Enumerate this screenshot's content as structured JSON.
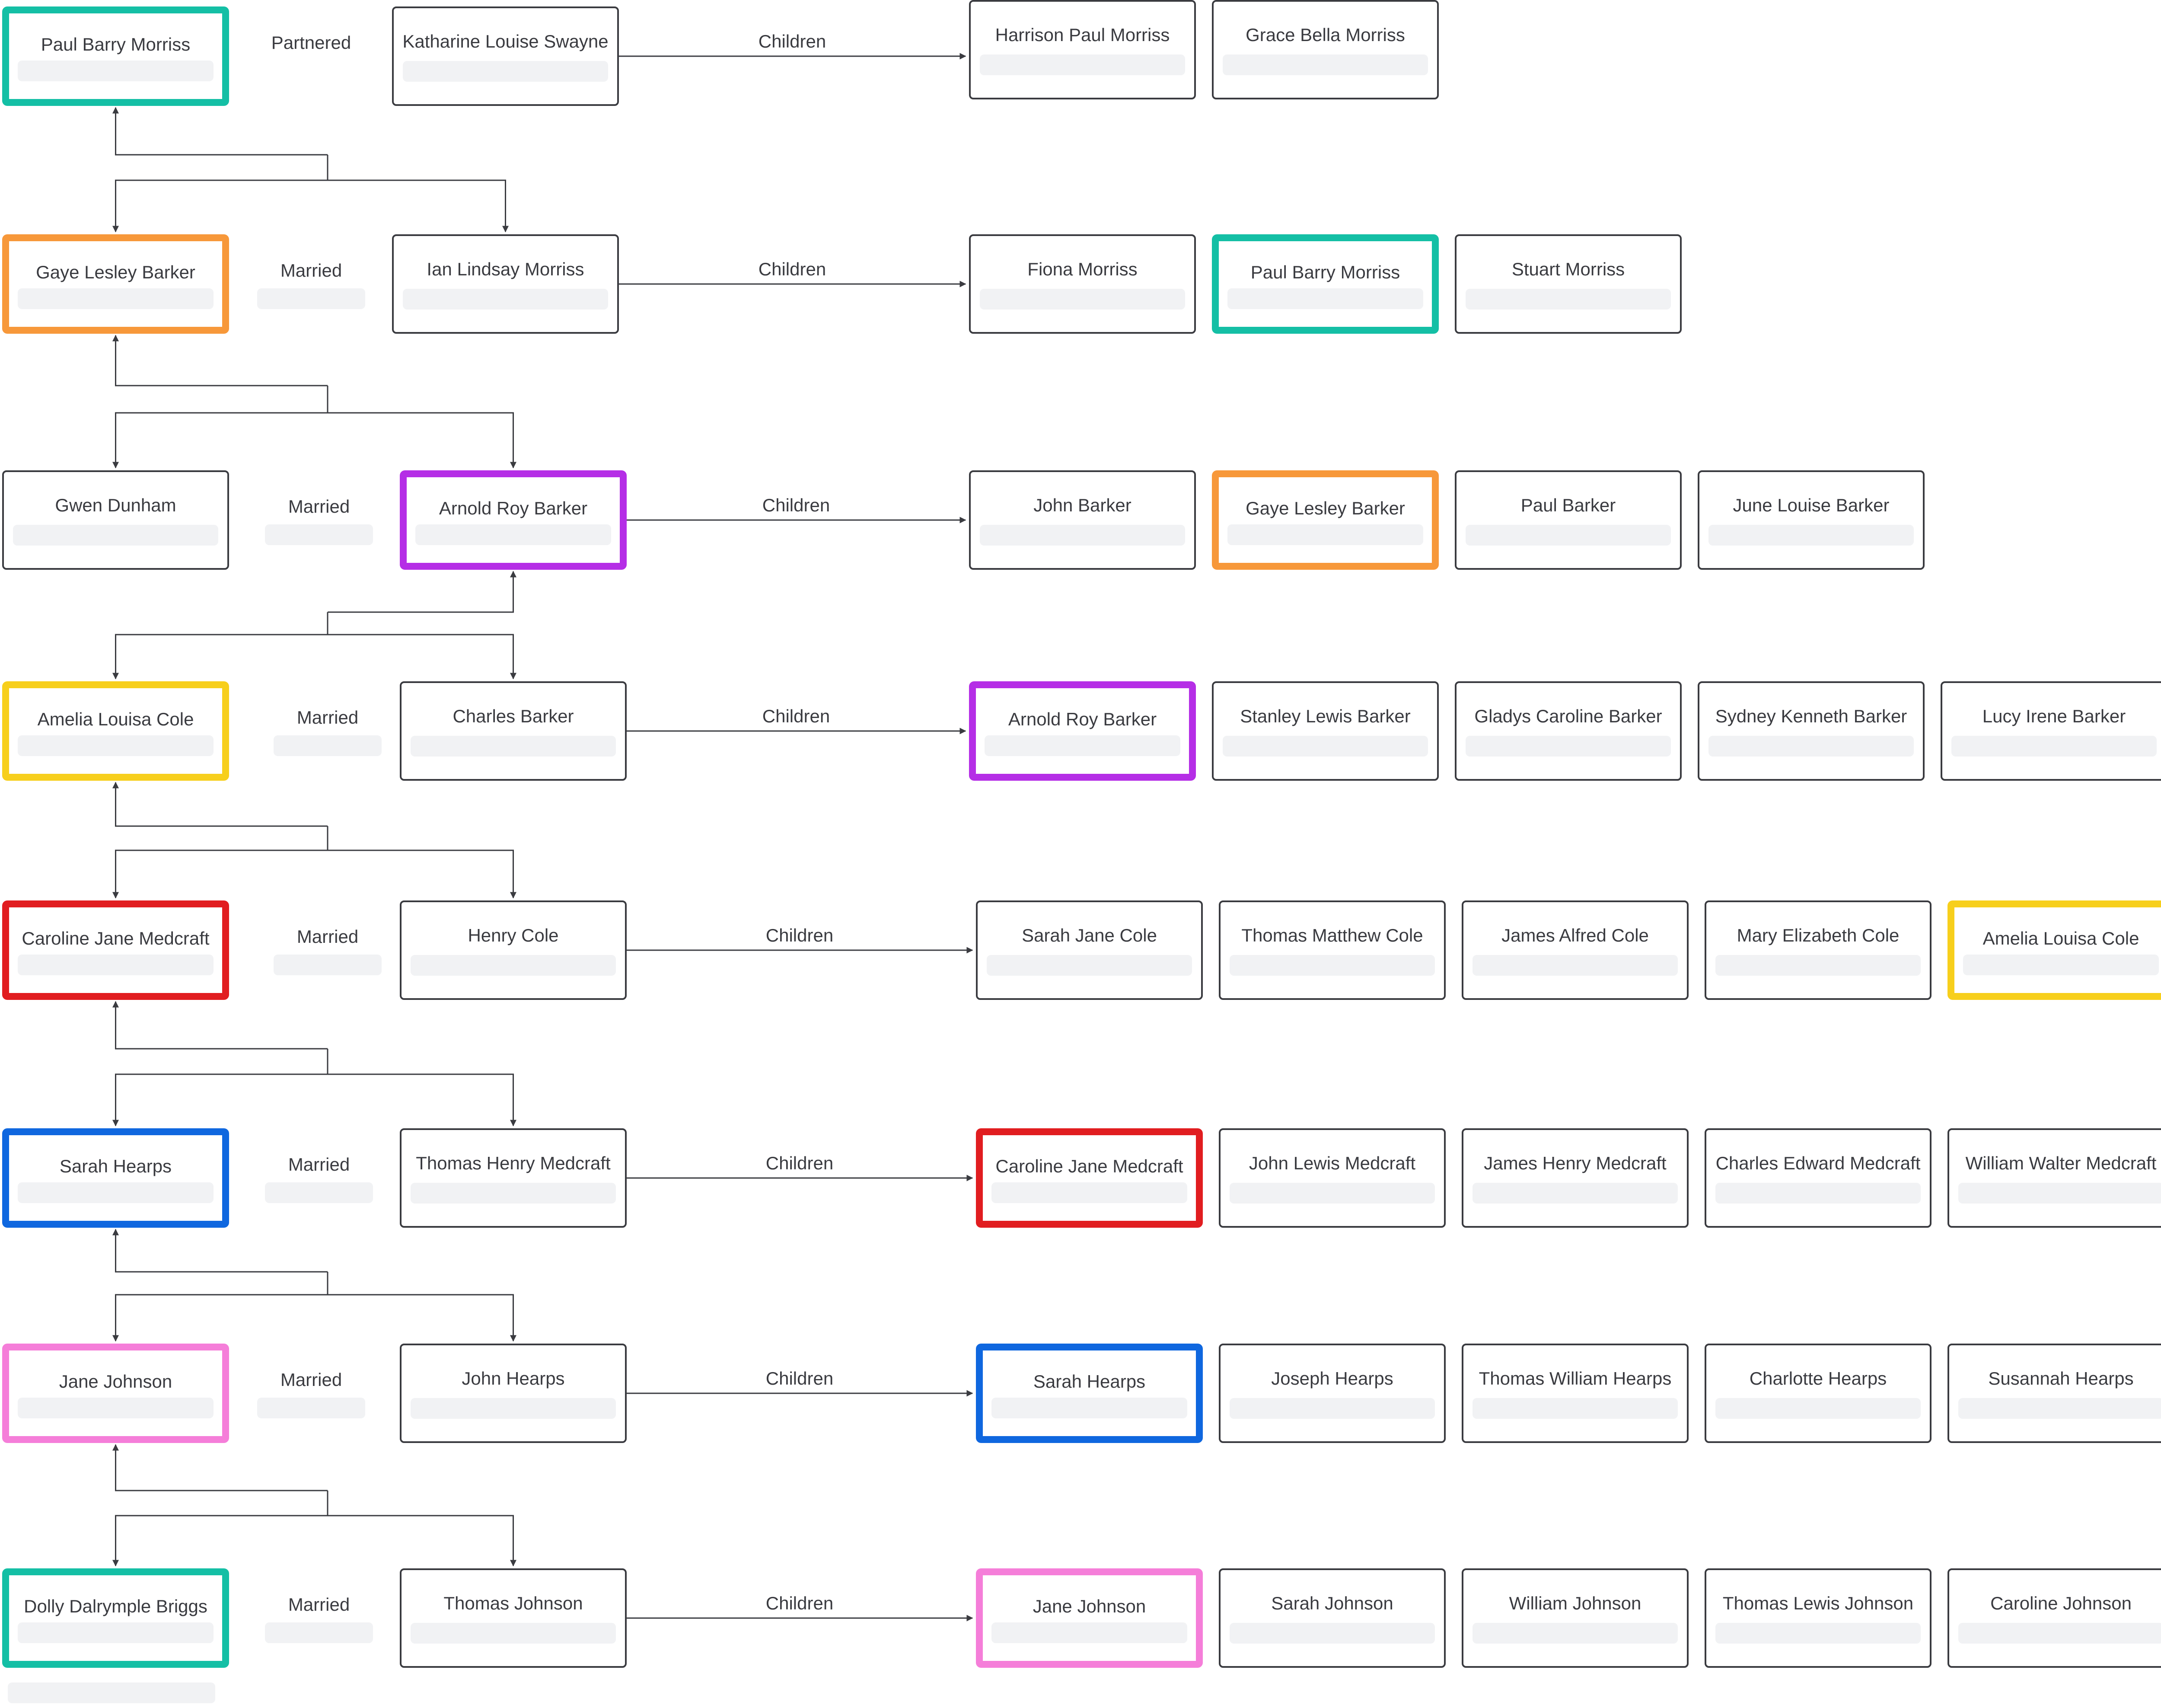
{
  "colors": {
    "teal": "#14bfa5",
    "orange": "#f7983a",
    "purple": "#b52ee6",
    "yellow": "#f7cf1c",
    "red": "#e11d20",
    "blue": "#0f67df",
    "pink": "#f57ed9",
    "line": "#3a3b40"
  },
  "generations": [
    {
      "left": {
        "name": "Paul Barry Morriss",
        "color": "teal"
      },
      "relation": "Partnered",
      "right": {
        "name": "Katharine Louise Swayne"
      },
      "children_label": "Children",
      "children": [
        {
          "name": "Harrison Paul Morriss"
        },
        {
          "name": "Grace Bella Morriss"
        }
      ]
    },
    {
      "left": {
        "name": "Gaye Lesley Barker",
        "color": "orange"
      },
      "relation": "Married",
      "right": {
        "name": "Ian Lindsay Morriss"
      },
      "children_label": "Children",
      "children": [
        {
          "name": "Fiona Morriss"
        },
        {
          "name": "Paul Barry Morriss",
          "color": "teal"
        },
        {
          "name": "Stuart Morriss"
        }
      ]
    },
    {
      "left": {
        "name": "Gwen Dunham"
      },
      "relation": "Married",
      "right": {
        "name": "Arnold Roy Barker",
        "color": "purple"
      },
      "children_label": "Children",
      "children": [
        {
          "name": "John Barker"
        },
        {
          "name": "Gaye Lesley Barker",
          "color": "orange"
        },
        {
          "name": "Paul Barker"
        },
        {
          "name": "June Louise Barker"
        }
      ]
    },
    {
      "left": {
        "name": "Amelia Louisa Cole",
        "color": "yellow"
      },
      "relation": "Married",
      "right": {
        "name": "Charles Barker"
      },
      "children_label": "Children",
      "children": [
        {
          "name": "Arnold Roy Barker",
          "color": "purple"
        },
        {
          "name": "Stanley Lewis Barker"
        },
        {
          "name": "Gladys Caroline Barker"
        },
        {
          "name": "Sydney Kenneth Barker"
        },
        {
          "name": "Lucy Irene Barker"
        }
      ]
    },
    {
      "left": {
        "name": "Caroline Jane Medcraft",
        "color": "red"
      },
      "relation": "Married",
      "right": {
        "name": "Henry Cole"
      },
      "children_label": "Children",
      "children": [
        {
          "name": "Sarah Jane Cole"
        },
        {
          "name": "Thomas Matthew Cole"
        },
        {
          "name": "James Alfred Cole"
        },
        {
          "name": "Mary Elizabeth Cole"
        },
        {
          "name": "Amelia Louisa Cole",
          "color": "yellow"
        }
      ]
    },
    {
      "left": {
        "name": "Sarah Hearps",
        "color": "blue"
      },
      "relation": "Married",
      "right": {
        "name": "Thomas Henry Medcraft"
      },
      "children_label": "Children",
      "children": [
        {
          "name": "Caroline Jane Medcraft",
          "color": "red"
        },
        {
          "name": "John Lewis Medcraft"
        },
        {
          "name": "James Henry Medcraft"
        },
        {
          "name": "Charles Edward Medcraft"
        },
        {
          "name": "William Walter Medcraft"
        }
      ]
    },
    {
      "left": {
        "name": "Jane Johnson",
        "color": "pink"
      },
      "relation": "Married",
      "right": {
        "name": "John Hearps"
      },
      "children_label": "Children",
      "children": [
        {
          "name": "Sarah Hearps",
          "color": "blue"
        },
        {
          "name": "Joseph Hearps"
        },
        {
          "name": "Thomas William Hearps"
        },
        {
          "name": "Charlotte Hearps"
        },
        {
          "name": "Susannah Hearps"
        }
      ]
    },
    {
      "left": {
        "name": "Dolly Dalrymple Briggs",
        "color": "teal"
      },
      "relation": "Married",
      "right": {
        "name": "Thomas Johnson"
      },
      "children_label": "Children",
      "children": [
        {
          "name": "Jane Johnson",
          "color": "pink"
        },
        {
          "name": "Sarah Johnson"
        },
        {
          "name": "William Johnson"
        },
        {
          "name": "Thomas Lewis Johnson"
        },
        {
          "name": "Caroline Johnson"
        }
      ]
    }
  ]
}
